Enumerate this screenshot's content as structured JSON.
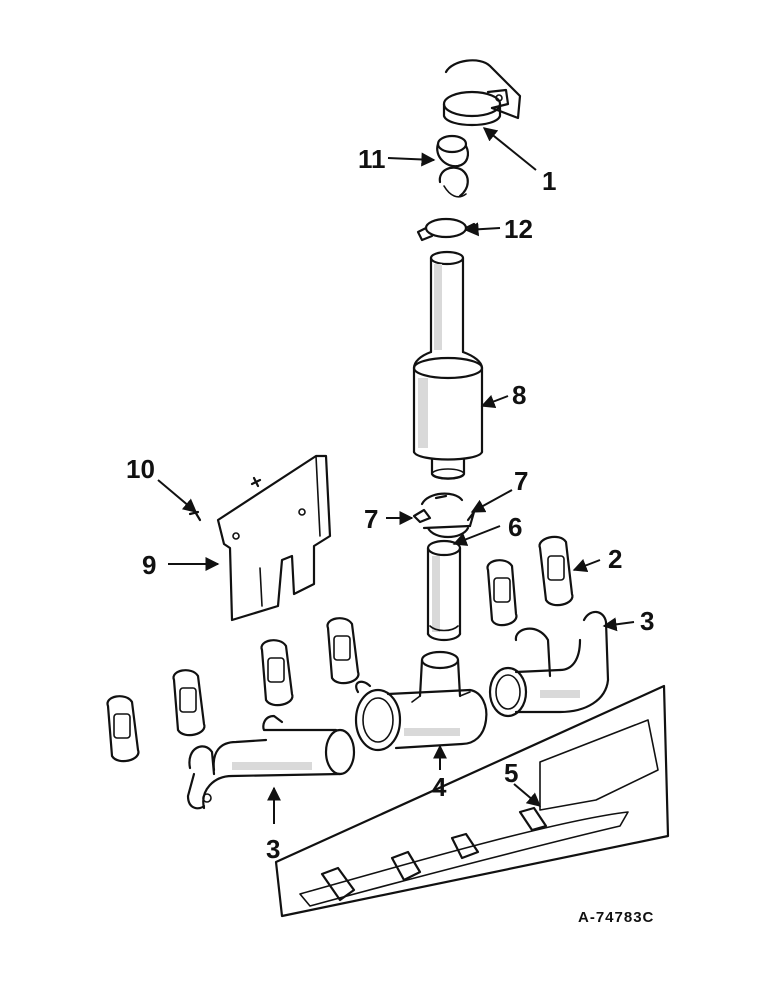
{
  "callouts": {
    "c1": "1",
    "c2": "2",
    "c3a": "3",
    "c3b": "3",
    "c4": "4",
    "c5": "5",
    "c6": "6",
    "c7a": "7",
    "c7b": "7",
    "c8": "8",
    "c9": "9",
    "c10": "10",
    "c11": "11",
    "c12": "12"
  },
  "drawing_number": "A-74783C"
}
